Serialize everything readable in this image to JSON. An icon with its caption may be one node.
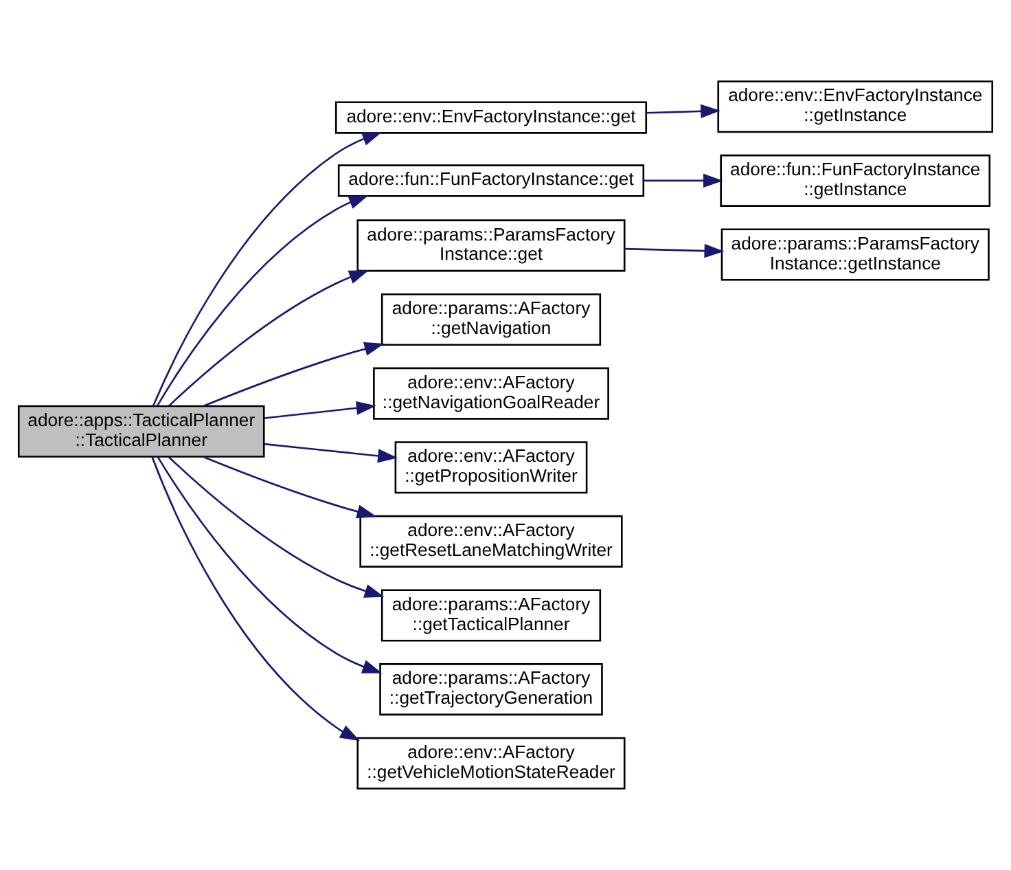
{
  "diagram": {
    "nodes": [
      {
        "text": [
          "adore::apps::TacticalPlanner ::TacticalPlanner"
        ]
      },
      {
        "text": [
          "adore::env::EnvFactoryInstance::get"
        ]
      },
      {
        "text": [
          "adore::env::EnvFactoryInstance ::getInstance"
        ]
      },
      {
        "text": [
          "adore::fun::FunFactoryInstance::get"
        ]
      },
      {
        "text": [
          "adore::fun::FunFactoryInstance ::getInstance"
        ]
      },
      {
        "text": [
          "adore::params::ParamsFactory Instance::get"
        ]
      },
      {
        "text": [
          "adore::params::ParamsFactory Instance::getInstance"
        ]
      },
      {
        "text": [
          "adore::params::AFactory ::getNavigation"
        ]
      },
      {
        "text": [
          "adore::env::AFactory ::getNavigationGoalReader"
        ]
      },
      {
        "text": [
          "adore::env::AFactory ::getPropositionWriter"
        ]
      },
      {
        "text": [
          "adore::env::AFactory ::getResetLaneMatchingWriter"
        ]
      },
      {
        "text": [
          "adore::params::AFactory ::getTacticalPlanner"
        ]
      },
      {
        "text": [
          "adore::params::AFactory ::getTrajectoryGeneration"
        ]
      },
      {
        "text": [
          "adore::env::AFactory ::getVehicleMotionStateReader"
        ]
      }
    ],
    "edges": [
      {
        "from": 0,
        "to": 1,
        "arrow": "to"
      },
      {
        "from": 1,
        "to": 2,
        "arrow": "to"
      },
      {
        "from": 0,
        "to": 3,
        "arrow": "to"
      },
      {
        "from": 3,
        "to": 4,
        "arrow": "to"
      },
      {
        "from": 0,
        "to": 5,
        "arrow": "to"
      },
      {
        "from": 5,
        "to": 6,
        "arrow": "to"
      },
      {
        "from": 0,
        "to": 7,
        "arrow": "to"
      },
      {
        "from": 0,
        "to": 8,
        "arrow": "to"
      },
      {
        "from": 0,
        "to": 9,
        "arrow": "to"
      },
      {
        "from": 0,
        "to": 10,
        "arrow": "to"
      },
      {
        "from": 0,
        "to": 11,
        "arrow": "to"
      },
      {
        "from": 0,
        "to": 12,
        "arrow": "to"
      },
      {
        "from": 0,
        "to": 13,
        "arrow": "to"
      }
    ]
  }
}
